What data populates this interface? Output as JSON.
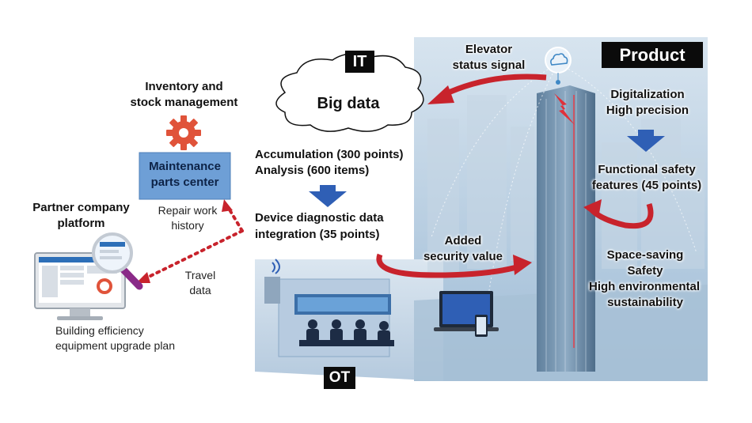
{
  "labels": {
    "it": "IT",
    "ot": "OT",
    "product": "Product"
  },
  "cloud": {
    "text": "Big data"
  },
  "it_section": {
    "accumulation": "Accumulation (300 points)",
    "analysis": "Analysis (600 items)",
    "integration_line1": "Device diagnostic data",
    "integration_line2": "integration (35 points)"
  },
  "left_section": {
    "inventory_line1": "Inventory and",
    "inventory_line2": "stock management",
    "parts_center_line1": "Maintenance",
    "parts_center_line2": "parts center",
    "repair_line1": "Repair work",
    "repair_line2": "history",
    "partner_line1": "Partner company",
    "partner_line2": "platform",
    "travel_line1": "Travel",
    "travel_line2": "data",
    "building_line1": "Building efficiency",
    "building_line2": "equipment upgrade plan"
  },
  "product_section": {
    "elevator_line1": "Elevator",
    "elevator_line2": "status signal",
    "digital_line1": "Digitalization",
    "digital_line2": "High precision",
    "safety_line1": "Functional safety",
    "safety_line2": "features (45 points)",
    "security_line1": "Added",
    "security_line2": "security value",
    "space_line1": "Space-saving",
    "space_line2": "Safety",
    "space_line3": "High environmental",
    "space_line4": "sustainability"
  },
  "colors": {
    "accent_red": "#c8232c",
    "arrow_blue": "#2f5fb5",
    "parts_box": "#6e9fd6",
    "gear": "#e0533a",
    "bg_panel": "#b9cfe3"
  }
}
